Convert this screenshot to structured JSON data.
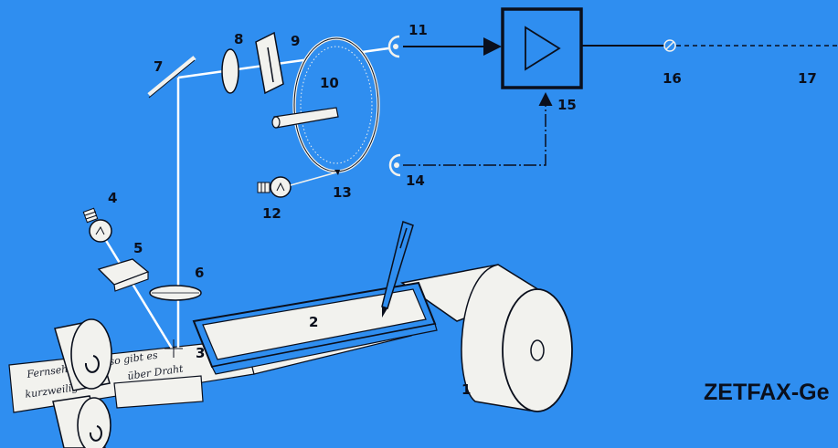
{
  "labels": {
    "n1": "1",
    "n2": "2",
    "n3": "3",
    "n4": "4",
    "n5": "5",
    "n6": "6",
    "n7": "7",
    "n8": "8",
    "n9": "9",
    "n10": "10",
    "n11": "11",
    "n12": "12",
    "n13": "13",
    "n14": "14",
    "n15": "15",
    "n16": "16",
    "n17": "17"
  },
  "caption": "ZETFAX-Ge",
  "handwriting": {
    "line1": "Fernsehen",
    "line2": "so gibt es",
    "line3": "über Draht",
    "line4": "kurzweilig"
  },
  "colors": {
    "background": "#2f8ef0",
    "ink": "#0a0f1c",
    "paper": "#f2f2ee",
    "light_beam": "#ffffff"
  }
}
